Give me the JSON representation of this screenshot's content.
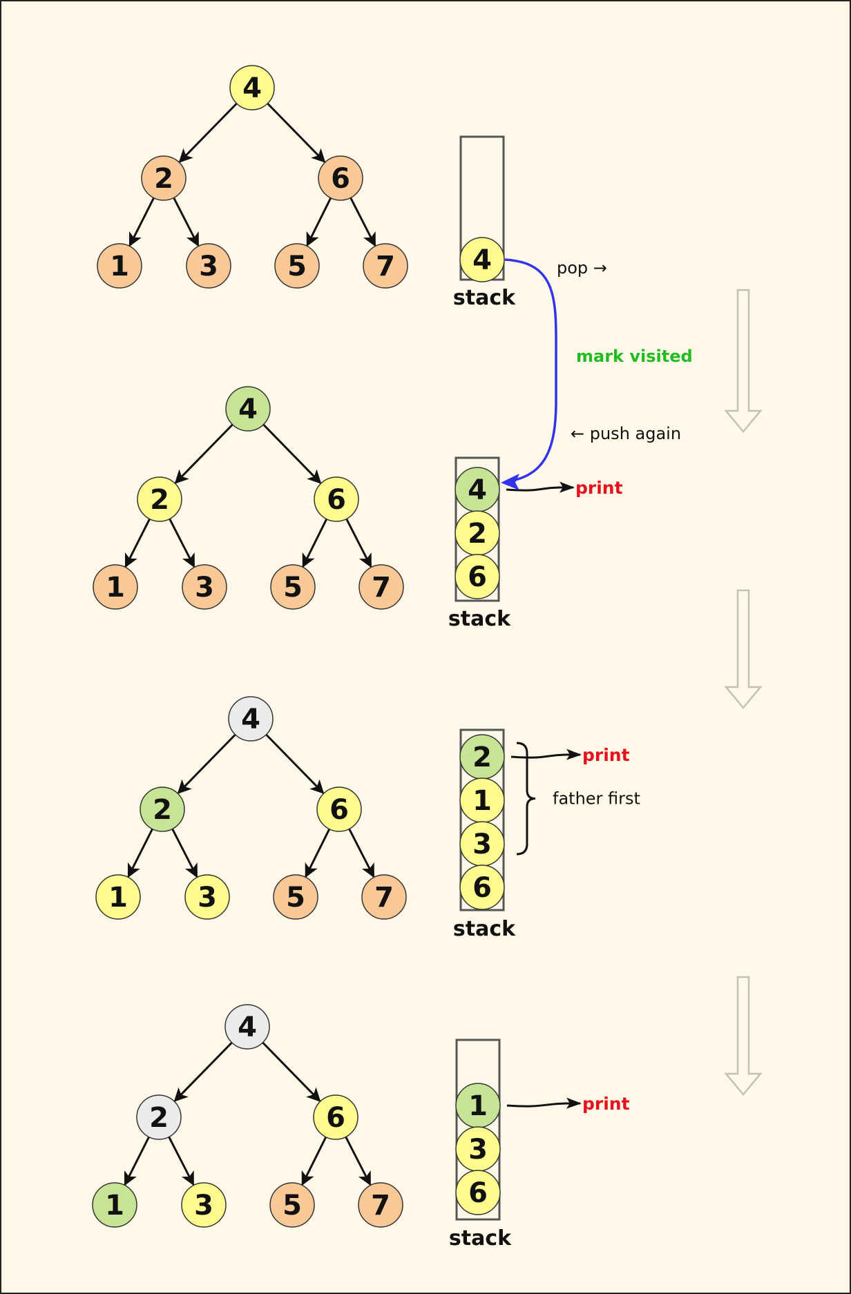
{
  "title": "Iterative preorder traversal with a stack (mark visited, push again)",
  "colors": {
    "background": "#fdf8e8",
    "unvisited": "#f9c897",
    "in_stack": "#fdfb8d",
    "visited_marked": "#c7e495",
    "printed": "#ebebeb",
    "blue_arrow": "#3333ee",
    "print_text": "#e8101a",
    "mark_text": "#22bb22",
    "stack_border": "#555555",
    "big_arrow": "#c4c0b6"
  },
  "tree": {
    "nodes": [
      "4",
      "2",
      "6",
      "1",
      "3",
      "5",
      "7"
    ],
    "edges": [
      [
        "4",
        "2"
      ],
      [
        "4",
        "6"
      ],
      [
        "2",
        "1"
      ],
      [
        "2",
        "3"
      ],
      [
        "6",
        "5"
      ],
      [
        "6",
        "7"
      ]
    ]
  },
  "steps": [
    {
      "node_states": {
        "4": "in_stack",
        "2": "unvisited",
        "6": "unvisited",
        "1": "unvisited",
        "3": "unvisited",
        "5": "unvisited",
        "7": "unvisited"
      },
      "stack": [
        {
          "value": "4",
          "state": "in_stack"
        }
      ],
      "stack_label": "stack",
      "annotations": {
        "pop": "pop →",
        "mark": "mark visited",
        "push": "← push again"
      }
    },
    {
      "node_states": {
        "4": "visited_marked",
        "2": "in_stack",
        "6": "in_stack",
        "1": "unvisited",
        "3": "unvisited",
        "5": "unvisited",
        "7": "unvisited"
      },
      "stack": [
        {
          "value": "4",
          "state": "visited_marked"
        },
        {
          "value": "2",
          "state": "in_stack"
        },
        {
          "value": "6",
          "state": "in_stack"
        }
      ],
      "stack_label": "stack",
      "print_label": "print"
    },
    {
      "node_states": {
        "4": "printed",
        "2": "visited_marked",
        "6": "in_stack",
        "1": "in_stack",
        "3": "in_stack",
        "5": "unvisited",
        "7": "unvisited"
      },
      "stack": [
        {
          "value": "2",
          "state": "visited_marked"
        },
        {
          "value": "1",
          "state": "in_stack"
        },
        {
          "value": "3",
          "state": "in_stack"
        },
        {
          "value": "6",
          "state": "in_stack"
        }
      ],
      "stack_label": "stack",
      "print_label": "print",
      "brace_label": "father first"
    },
    {
      "node_states": {
        "4": "printed",
        "2": "printed",
        "6": "in_stack",
        "1": "visited_marked",
        "3": "in_stack",
        "5": "unvisited",
        "7": "unvisited"
      },
      "stack": [
        {
          "value": "1",
          "state": "visited_marked"
        },
        {
          "value": "3",
          "state": "in_stack"
        },
        {
          "value": "6",
          "state": "in_stack"
        }
      ],
      "stack_label": "stack",
      "print_label": "print"
    }
  ]
}
